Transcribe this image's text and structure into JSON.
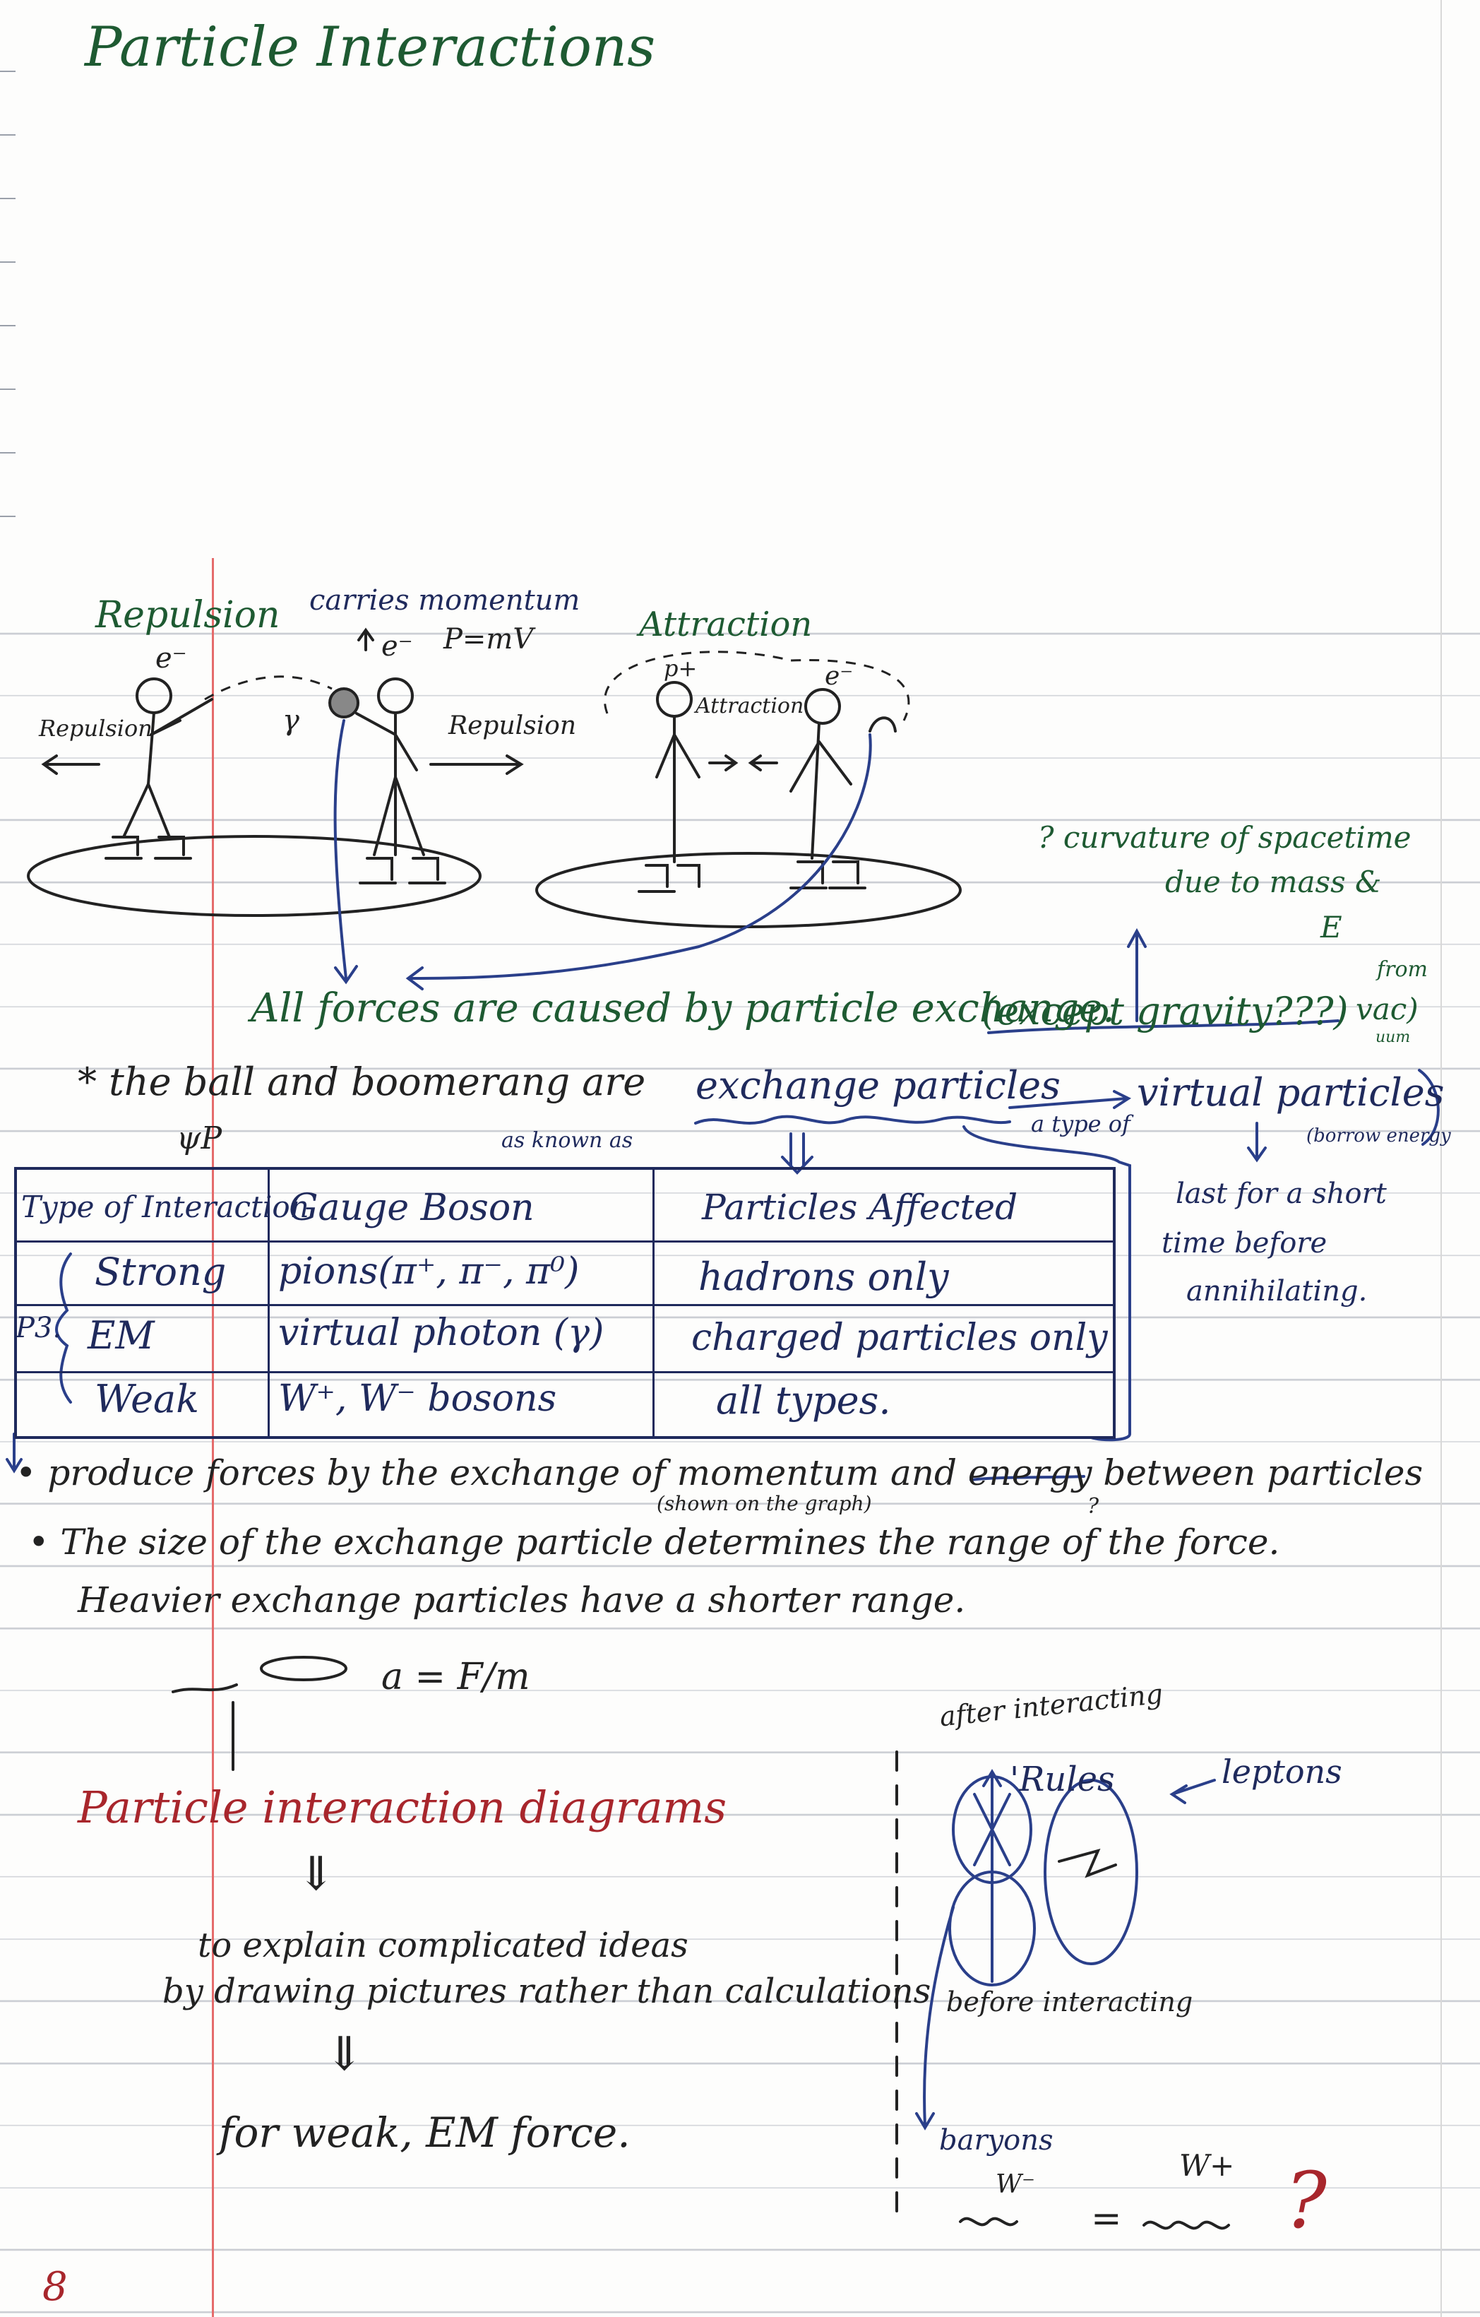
{
  "title": "Particle Interactions",
  "sketch": {
    "repulsion_heading": "Repulsion",
    "electron_left": "e⁻",
    "carries_momentum": "carries momentum",
    "electron_mid": "e⁻",
    "momentum_formula": "P=mV",
    "attraction_heading": "Attraction",
    "proton": "p+",
    "electron_right": "e⁻",
    "repulsion_left_arrow": "Repulsion",
    "gamma": "γ",
    "repulsion_right_arrow": "Repulsion",
    "attraction_inner": "Attraction"
  },
  "notes": {
    "curvature_line1": "? curvature of spacetime",
    "curvature_line2": "due to mass &",
    "curvature_line3": "E",
    "from_vacuum_line1": "from",
    "from_vacuum_line2": "vac)",
    "from_vacuum_line3": "uum",
    "all_forces": "All forces are caused by particle exchange.",
    "except_gravity": "(except gravity???)",
    "exchange_intro": "* the ball and boomerang are",
    "exchange_particles": "exchange particles",
    "a_type_of": "a type of",
    "virtual_particles": "virtual particles",
    "borrow_energy": "(borrow energy",
    "also_known_as": "as known as",
    "last_short_line1": "last for a short",
    "last_short_line2": "time before",
    "last_short_line3": "annihilating.",
    "pp_symbol": "ψP"
  },
  "table": {
    "headers": [
      "Type of Interaction",
      "Gauge Boson",
      "Particles Affected"
    ],
    "rows": [
      {
        "type": "Strong",
        "boson": "pions(π⁺, π⁻, π⁰)",
        "affected": "hadrons only"
      },
      {
        "type": "EM",
        "boson": "virtual photon (γ)",
        "affected": "charged particles only"
      },
      {
        "type": "Weak",
        "boson": "W⁺, W⁻ bosons",
        "affected": "all types."
      }
    ],
    "side_label": "P3."
  },
  "bullets": {
    "line1": "• produce forces by the exchange of momentum and energy between particles",
    "shown_graph": "(shown on the graph)",
    "question_mark_small": "?",
    "line2": "• The size of the exchange particle determines the range of the force.",
    "line3": "Heavier exchange particles have a shorter range.",
    "formula": "a = F/m"
  },
  "diagrams": {
    "heading": "Particle interaction diagrams",
    "arrow1": "⇓",
    "explain_line1": "to explain complicated ideas",
    "explain_line2": "by drawing pictures rather than calculations",
    "arrow2": "⇓",
    "for_forces": "for weak, EM force."
  },
  "right_sketch": {
    "after_interacting": "after interacting",
    "rules": "'Rules",
    "leptons": "leptons",
    "before_interacting": "before interacting",
    "baryons": "baryons",
    "w_minus": "W⁻",
    "w_plus": "W+",
    "equals": "=",
    "big_question": "?"
  },
  "page_number": "8"
}
